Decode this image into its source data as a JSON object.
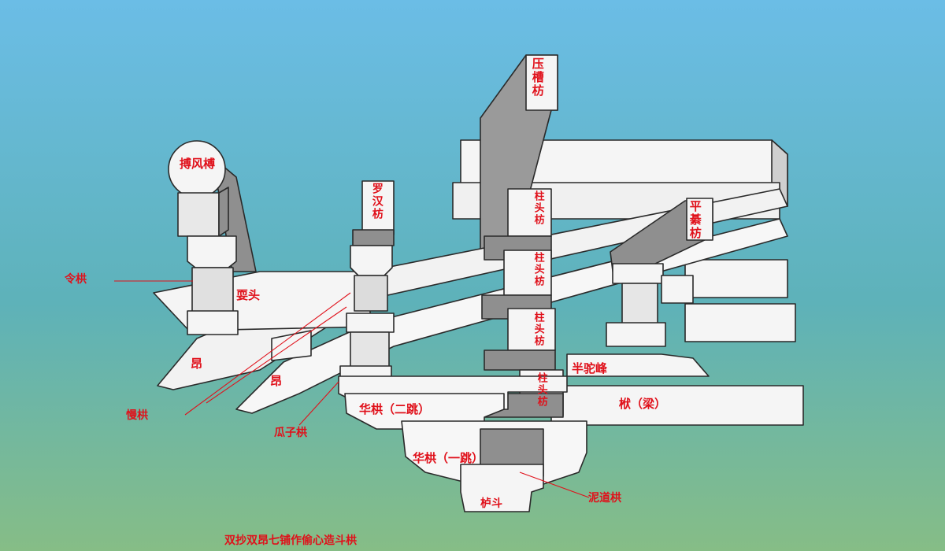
{
  "diagram": {
    "caption": "双抄双昂七铺作偷心造斗栱",
    "labels": {
      "bofengchuan": "搏风榑",
      "lingong": "令栱",
      "shuatou": "耍头",
      "ang_upper": "昂",
      "mangong": "慢栱",
      "ang_lower": "昂",
      "guazigong": "瓜子栱",
      "luohanfang": "罗汉枋",
      "yacaofang": "压槽枋",
      "zhutoufang_1": "柱头枋",
      "zhutoufang_2": "柱头枋",
      "zhutoufang_3": "柱头枋",
      "zhutoufang_4": "柱头枋",
      "pingpanfang": "平綦枋",
      "bantuofeng": "半驼峰",
      "fu_liang": "栿（梁）",
      "huagong_2": "华栱（二跳）",
      "huagong_1": "华栱（一跳）",
      "nidaogong": "泥道栱",
      "ludou": "栌斗"
    }
  },
  "colors": {
    "sky_top": "#6bbde6",
    "sky_bottom": "#86bd86",
    "label_red": "#e0101a",
    "block_face": "#f5f5f5",
    "block_side": "#8f8f8f",
    "block_top": "#cfcfcf",
    "outline": "#2a2a2a"
  }
}
